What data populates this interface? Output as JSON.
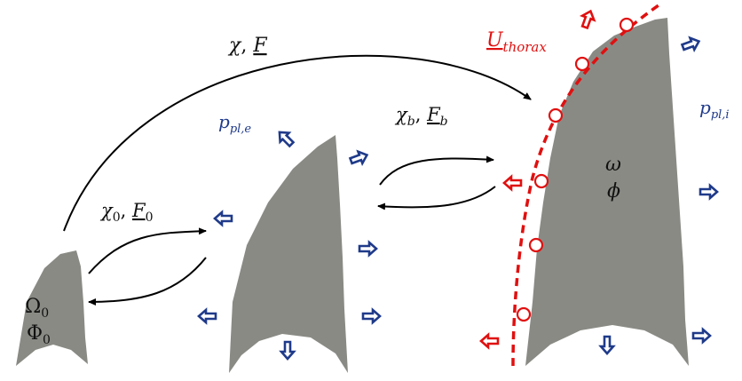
{
  "colors": {
    "lung": "#8a8a85",
    "pressure_arrow": "#1f3a8a",
    "thorax": "#e01010",
    "map_arrow": "#000000",
    "label_dark": "#111111"
  },
  "labels": {
    "ref": {
      "omega0": "Ω",
      "phi0": "Φ",
      "sub": "0"
    },
    "current": {
      "omega": "ω",
      "phi": "ϕ"
    },
    "map_total": {
      "chi": "χ",
      "F": "F"
    },
    "map_0": {
      "chi": "χ",
      "F": "F",
      "sub": "0"
    },
    "map_b": {
      "chi": "χ",
      "F": "F",
      "sub": "b"
    },
    "p_pl_e": {
      "base": "p",
      "sub": "pl,e"
    },
    "p_pl_i": {
      "base": "p",
      "sub": "pl,i"
    },
    "u_thorax": {
      "base": "U",
      "sub": "thorax"
    }
  },
  "icons": {
    "pressure": "hollow-arrow-icon",
    "thorax_force": "hollow-arrow-icon",
    "contact_point": "circle-marker-icon",
    "mapping": "curved-arrow-icon"
  }
}
